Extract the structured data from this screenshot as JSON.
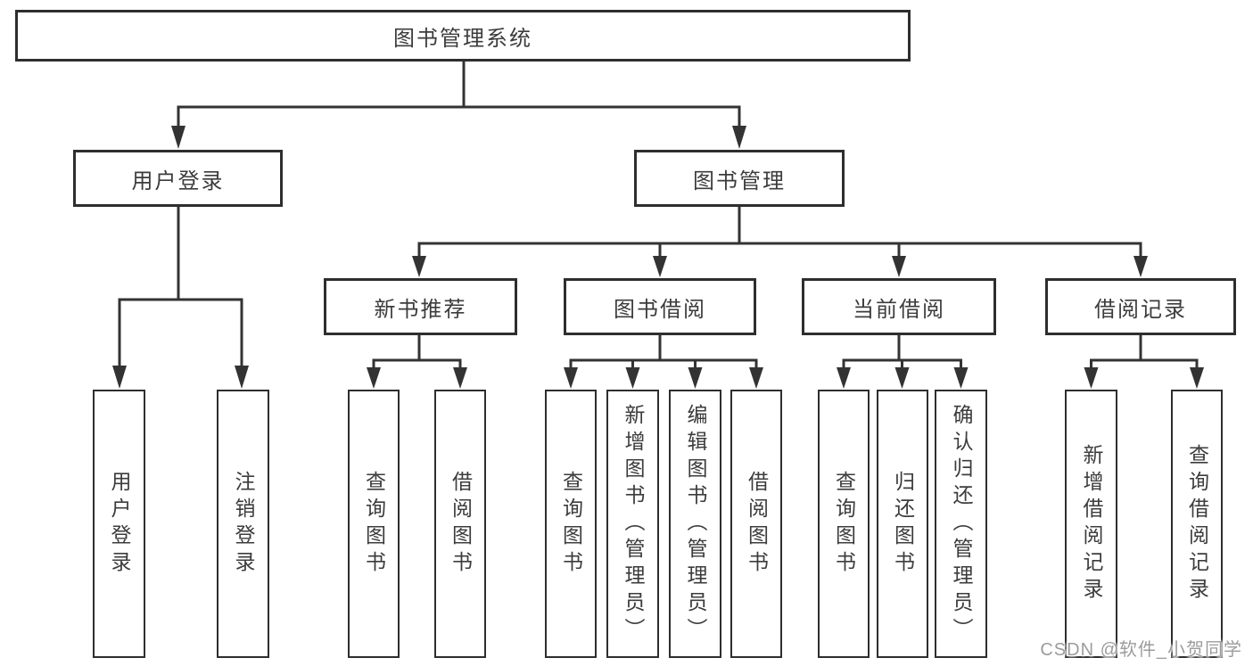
{
  "tree": {
    "root": "图书管理系统",
    "branches": {
      "user_login": "用户登录",
      "book_management": "图书管理"
    },
    "modules": {
      "new_book_recommend": "新书推荐",
      "book_borrowing": "图书借阅",
      "current_borrowing": "当前借阅",
      "borrowing_records": "借阅记录"
    },
    "leaves": {
      "user_login": "用户登录",
      "logout_login": "注销登录",
      "recommend_query_book": "查询图书",
      "recommend_borrow_book": "借阅图书",
      "borrowing_query_book": "查询图书",
      "borrowing_add_book": "新增图书（管理员）",
      "borrowing_edit_book": "编辑图书（管理员）",
      "borrowing_borrow_book": "借阅图书",
      "current_query_book": "查询图书",
      "current_return_book": "归还图书",
      "current_confirm_return": "确认归还（管理员）",
      "records_add_record": "新增借阅记录",
      "records_query_record": "查询借阅记录"
    }
  },
  "watermark": "CSDN @软件_小贺同学",
  "colors": {
    "line": "#333333",
    "box_border": "#2e2e2e",
    "text": "#3c3c3c",
    "background": "#ffffff",
    "watermark": "#9c9c9c"
  }
}
